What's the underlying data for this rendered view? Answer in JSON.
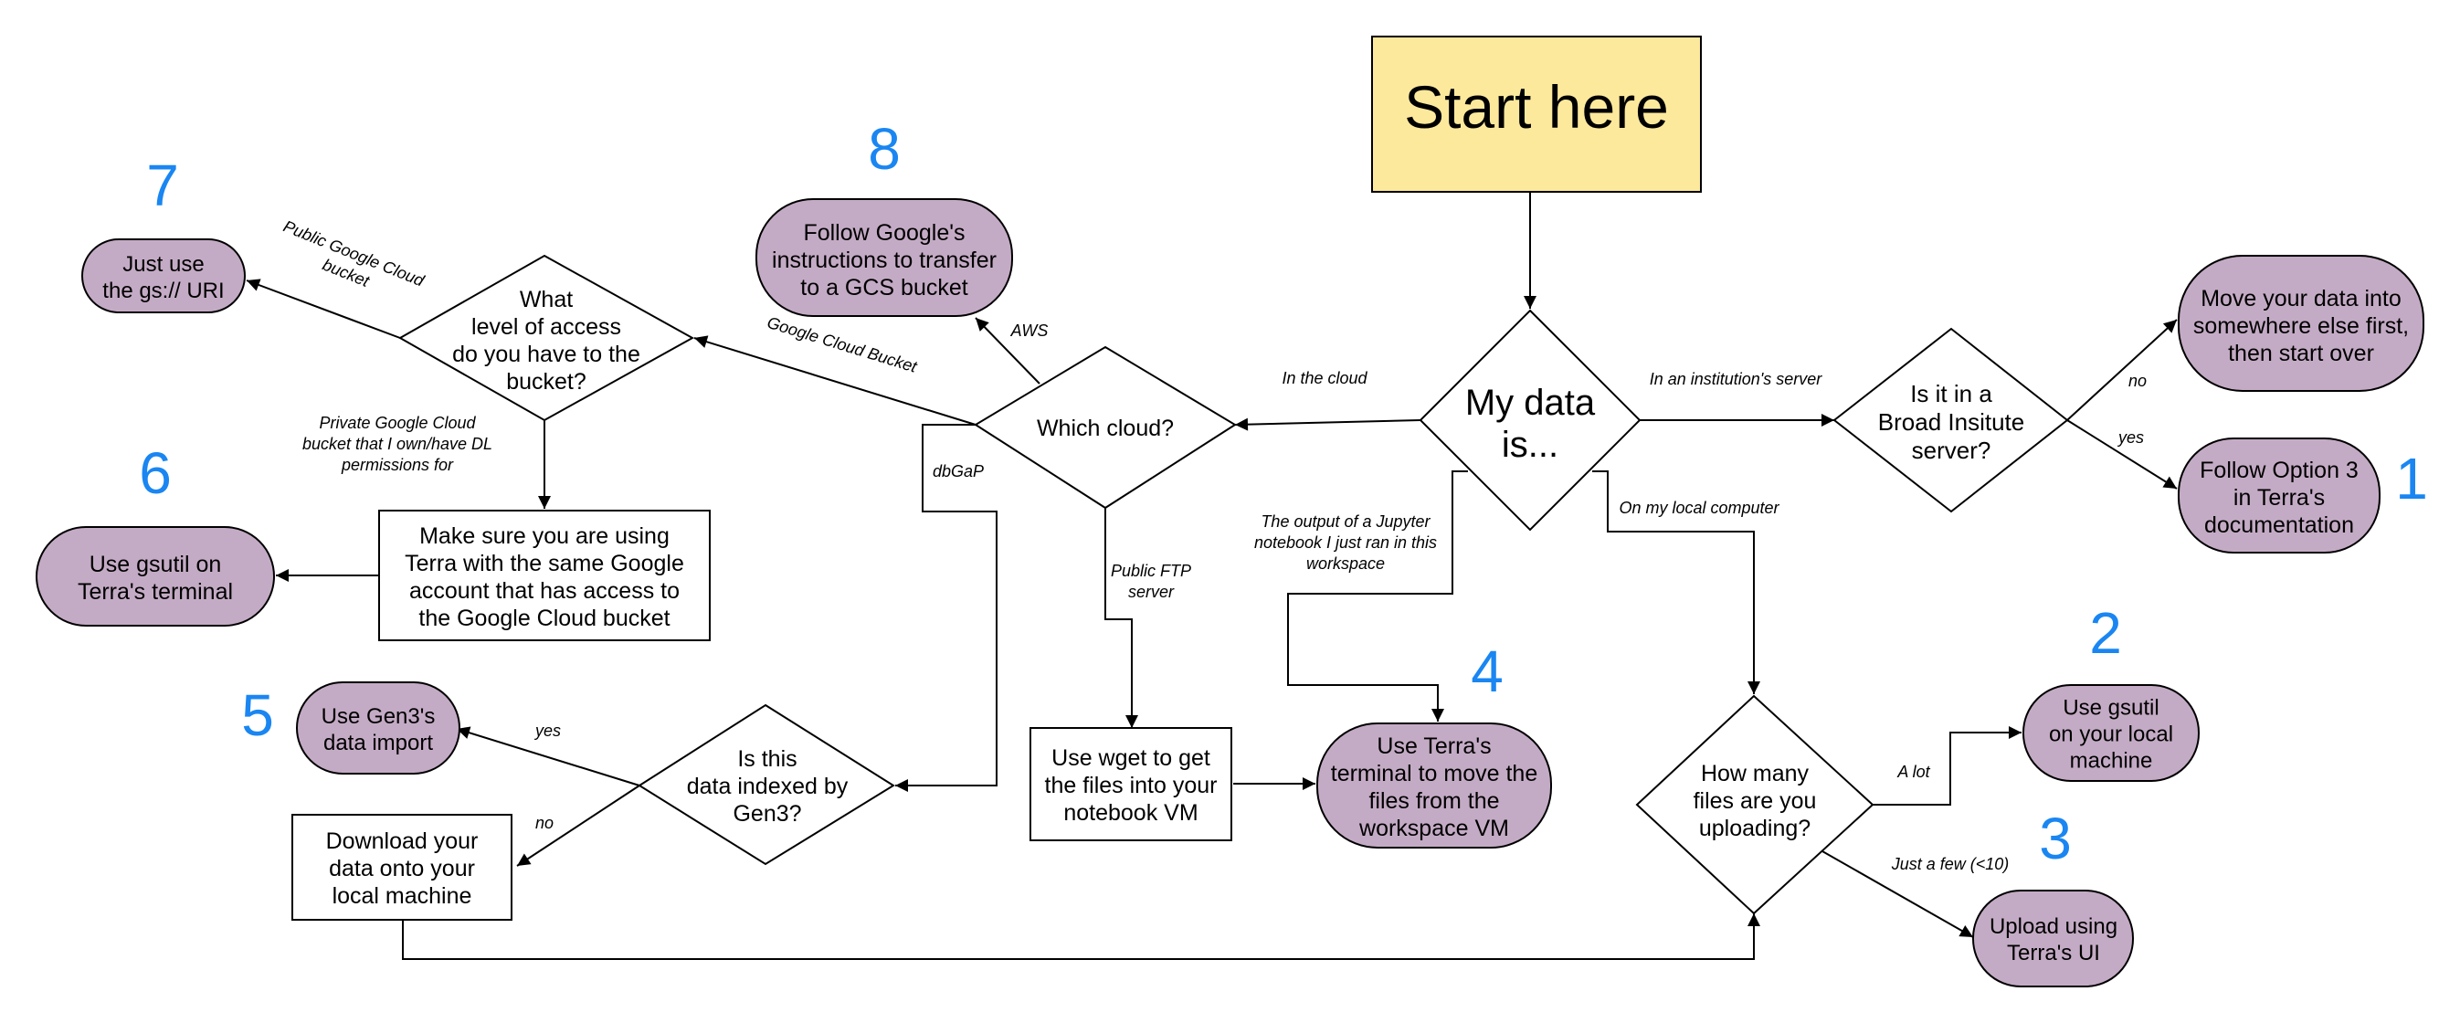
{
  "diagram": {
    "nodes": {
      "start": [
        "Start here"
      ],
      "my_data": [
        "My data",
        "is..."
      ],
      "broad": [
        "Is it in a",
        "Broad Insitute",
        "server?"
      ],
      "move_data": [
        "Move your data into",
        "somewhere else first,",
        "then start over"
      ],
      "option3": [
        "Follow Option 3",
        "in Terra's",
        "documentation"
      ],
      "which_cloud": [
        "Which cloud?"
      ],
      "access_level": [
        "What",
        "level of access",
        "do you have to the",
        "bucket?"
      ],
      "google_transfer": [
        "Follow Google's",
        "instructions to transfer",
        "to a GCS bucket"
      ],
      "gs_uri": [
        "Just use",
        "the gs:// URI"
      ],
      "same_account": [
        "Make sure you are using",
        "Terra with the same Google",
        "account that has access to",
        "the Google Cloud bucket"
      ],
      "gsutil_terra": [
        "Use gsutil on",
        "Terra's terminal"
      ],
      "gen3_indexed": [
        "Is this",
        "data indexed by",
        "Gen3?"
      ],
      "gen3_import": [
        "Use Gen3's",
        "data import"
      ],
      "download_local": [
        "Download your",
        "data onto your",
        "local machine"
      ],
      "wget": [
        "Use wget to get",
        "the files into your",
        "notebook VM"
      ],
      "terra_terminal_move": [
        "Use Terra's",
        "terminal to move the",
        "files from the",
        "workspace VM"
      ],
      "how_many": [
        "How many",
        "files are you",
        "uploading?"
      ],
      "gsutil_local": [
        "Use gsutil",
        "on your local",
        "machine"
      ],
      "upload_ui": [
        "Upload using",
        "Terra's UI"
      ]
    },
    "edge_labels": {
      "in_cloud": [
        "In the cloud"
      ],
      "institution": [
        "In an institution's server"
      ],
      "no": [
        "no"
      ],
      "yes": [
        "yes"
      ],
      "local_computer": [
        "On my local computer"
      ],
      "jupyter": [
        "The output of a Jupyter",
        "notebook I just ran in this",
        "workspace"
      ],
      "aws": [
        "AWS"
      ],
      "gcb": [
        "Google Cloud Bucket"
      ],
      "dbgap": [
        "dbGaP"
      ],
      "ftp": [
        "Public FTP",
        "server"
      ],
      "public_gc": [
        "Public Google Cloud",
        "bucket"
      ],
      "private_gc": [
        "Private Google Cloud",
        "bucket that I own/have DL",
        "permissions for"
      ],
      "gen3_yes": [
        "yes"
      ],
      "gen3_no": [
        "no"
      ],
      "a_lot": [
        "A lot"
      ],
      "just_few": [
        "Just a few (<10)"
      ]
    },
    "numbers": {
      "n1": "1",
      "n2": "2",
      "n3": "3",
      "n4": "4",
      "n5": "5",
      "n6": "6",
      "n7": "7",
      "n8": "8"
    },
    "colors": {
      "start_fill": "#fde99c",
      "terminal_fill": "#c4abc5",
      "number_color": "#1a86f2",
      "stroke": "#000000"
    }
  }
}
